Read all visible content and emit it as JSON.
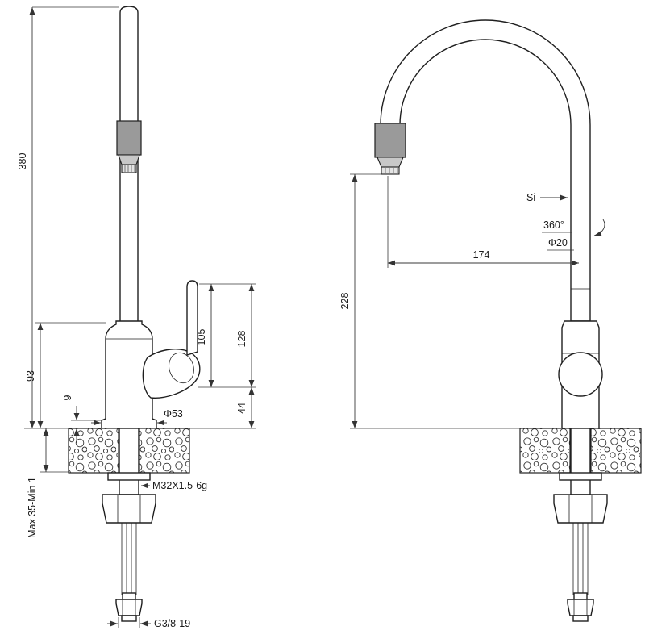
{
  "drawing": {
    "front_view": {
      "dim_total_height": "380",
      "dim_body_height": "93",
      "dim_flange": "9",
      "dim_lever_upper": "105",
      "dim_lever_to_deck": "128",
      "dim_base_height": "44",
      "base_diameter": "Φ53",
      "mount_thread": "M32X1.5-6g",
      "clamp_range": "Max 35-Min 1",
      "hose_thread": "G3/8-19"
    },
    "side_view": {
      "spout_marker": "Si",
      "swivel_angle": "360°",
      "tube_diameter": "Φ20",
      "dim_reach": "174",
      "dim_outlet_height": "228"
    }
  }
}
